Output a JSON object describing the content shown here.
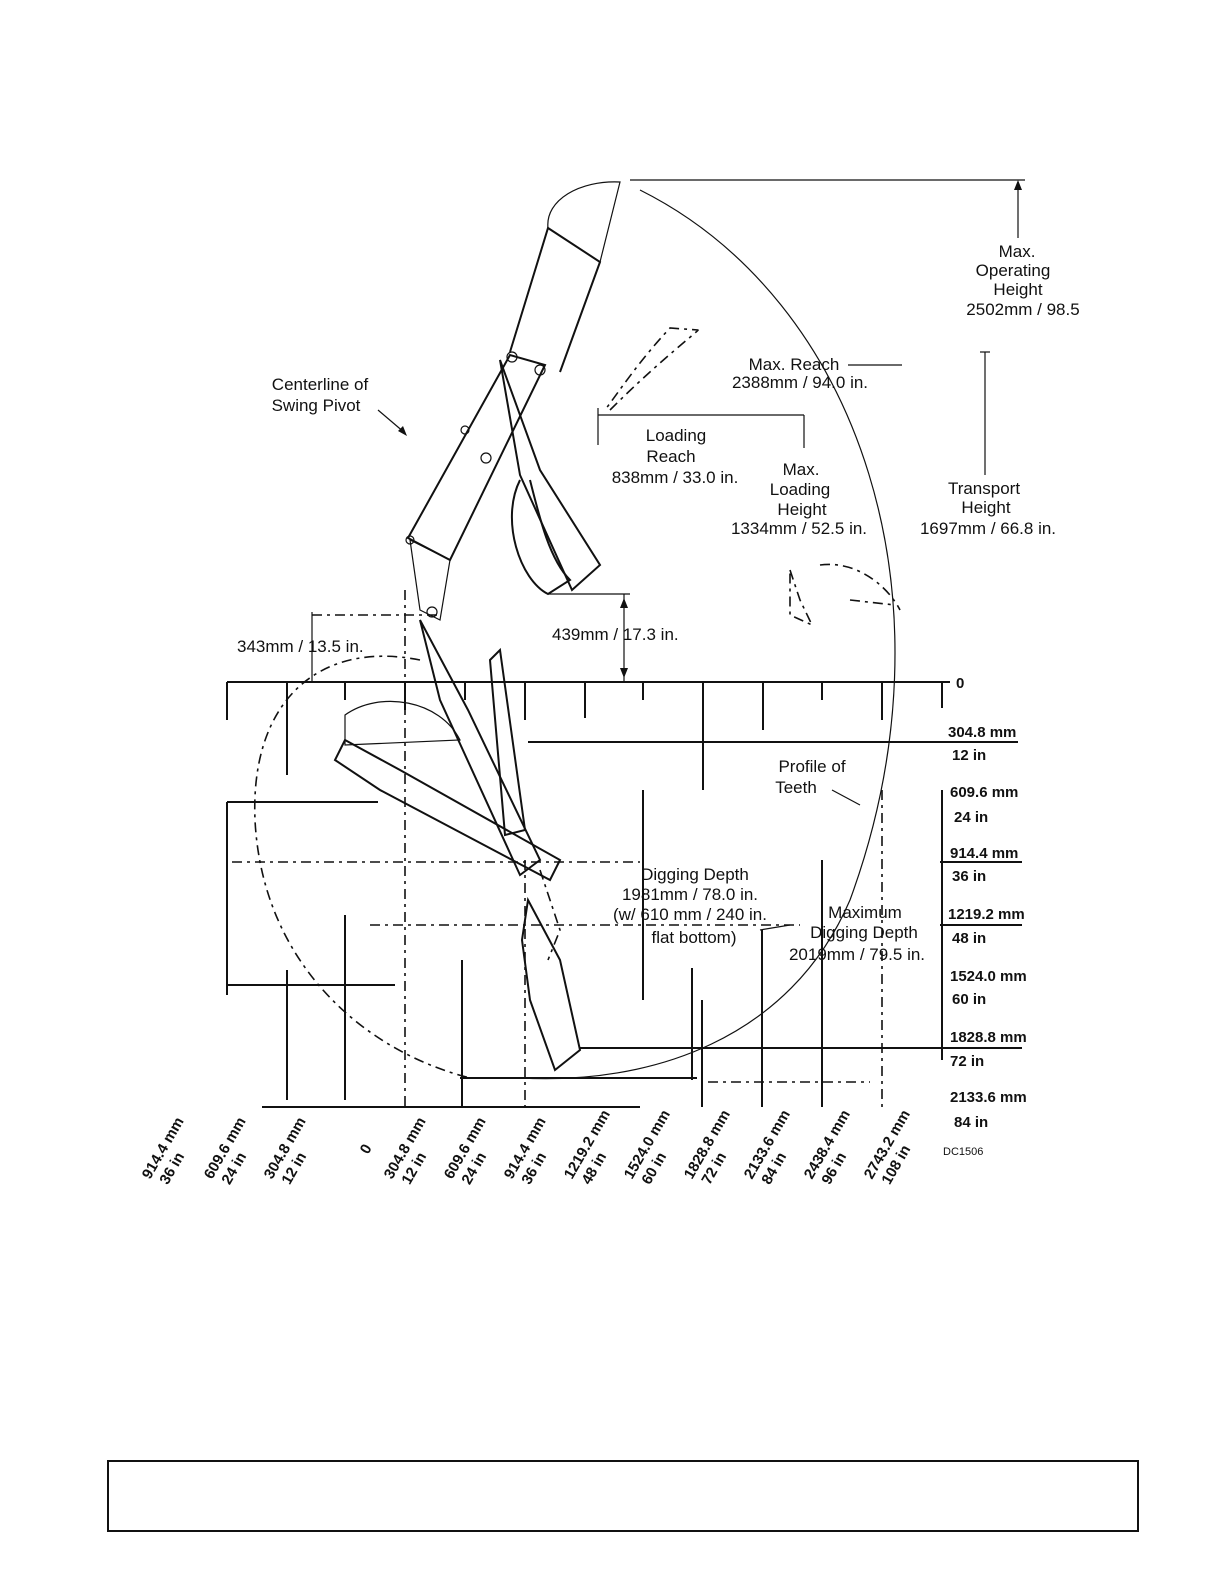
{
  "labels": {
    "max_operating_height": [
      "Max.",
      "Operating",
      "Height",
      "2502mm / 98.5"
    ],
    "max_reach": [
      "Max. Reach",
      "2388mm / 94.0 in."
    ],
    "centerline": [
      "Centerline of",
      "Swing Pivot"
    ],
    "loading_reach": [
      "Loading",
      "Reach",
      "838mm / 33.0 in."
    ],
    "max_loading_height": [
      "Max.",
      "Loading",
      "Height",
      "1334mm / 52.5 in."
    ],
    "transport_height": [
      "Transport",
      "Height",
      "1697mm / 66.8 in."
    ],
    "dim_343": "343mm / 13.5 in.",
    "dim_439": "439mm / 17.3 in.",
    "profile_teeth": [
      "Profile of",
      "Teeth"
    ],
    "digging_depth": [
      "Digging Depth",
      "1981mm / 78.0 in.",
      "(w/ 610 mm / 240 in.",
      "flat bottom)"
    ],
    "max_digging_depth": [
      "Maximum",
      "Digging Depth",
      "2019mm / 79.5 in."
    ],
    "drawing_code": "DC1506"
  },
  "depth_scale": {
    "zero": "0",
    "marks": [
      {
        "mm": "304.8 mm",
        "in": "12 in"
      },
      {
        "mm": "609.6 mm",
        "in": "24 in"
      },
      {
        "mm": "914.4 mm",
        "in": "36 in"
      },
      {
        "mm": "1219.2 mm",
        "in": "48 in"
      },
      {
        "mm": "1524.0 mm",
        "in": "60 in"
      },
      {
        "mm": "1828.8 mm",
        "in": "72 in"
      },
      {
        "mm": "2133.6 mm",
        "in": "84 in"
      }
    ]
  },
  "horizontal_scale": [
    {
      "mm": "914.4 mm",
      "in": "36 in"
    },
    {
      "mm": "609.6 mm",
      "in": "24 in"
    },
    {
      "mm": "304.8 mm",
      "in": "12 in"
    },
    {
      "mm": "0",
      "in": ""
    },
    {
      "mm": "304.8 mm",
      "in": "12 in"
    },
    {
      "mm": "609.6 mm",
      "in": "24 in"
    },
    {
      "mm": "914.4 mm",
      "in": "36 in"
    },
    {
      "mm": "1219.2 mm",
      "in": "48 in"
    },
    {
      "mm": "1524.0 mm",
      "in": "60 in"
    },
    {
      "mm": "1828.8 mm",
      "in": "72 in"
    },
    {
      "mm": "2133.6 mm",
      "in": "84 in"
    },
    {
      "mm": "2438.4 mm",
      "in": "96 in"
    },
    {
      "mm": "2743.2 mm",
      "in": "108 in"
    }
  ],
  "footer": {
    "text": ""
  }
}
